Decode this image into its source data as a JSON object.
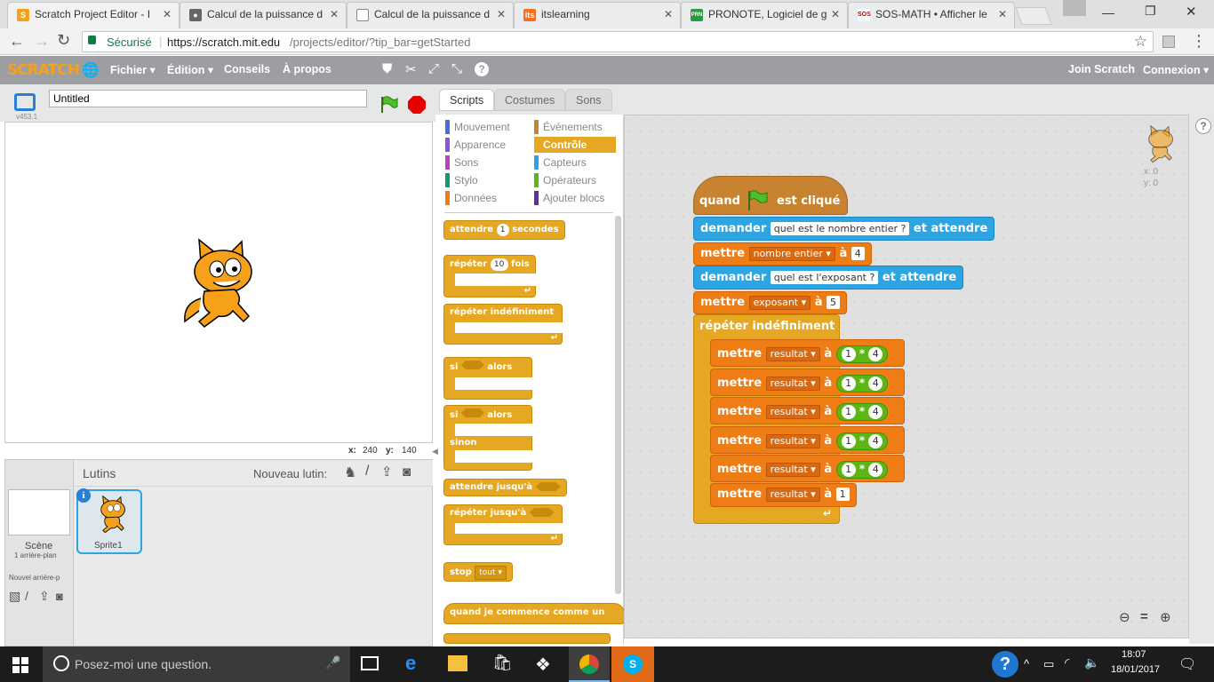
{
  "browser": {
    "tabs": [
      {
        "title": "Scratch Project Editor - I",
        "favicon": "scratch-icon",
        "active": true
      },
      {
        "title": "Calcul de la puissance d",
        "favicon": "app-icon"
      },
      {
        "title": "Calcul de la puissance d",
        "favicon": "page-icon"
      },
      {
        "title": "itslearning",
        "favicon": "its-icon",
        "fav_text": "its"
      },
      {
        "title": "PRONOTE, Logiciel de g",
        "favicon": "pronote-icon",
        "fav_text": "PRN"
      },
      {
        "title": "SOS-MATH • Afficher le",
        "favicon": "sos-icon",
        "fav_text": "SOS"
      }
    ],
    "secure_label": "Sécurisé",
    "url_host": "https://scratch.mit.edu",
    "url_path": "/projects/editor/?tip_bar=getStarted"
  },
  "menu": {
    "logo": "SCRATCH",
    "items": [
      "Fichier ▾",
      "Édition ▾",
      "Conseils",
      "À propos"
    ],
    "join": "Join Scratch",
    "login": "Connexion ▾"
  },
  "stage": {
    "title_value": "Untitled",
    "version": "v453.1",
    "x_label": "x:",
    "x_value": "240",
    "y_label": "y:",
    "y_value": "140"
  },
  "sprites": {
    "title": "Lutins",
    "new_sprite": "Nouveau lutin:",
    "scene_label": "Scène",
    "scene_sub": "1 arrière-plan",
    "new_backdrop": "Nouvel arrière-p",
    "sprite1": "Sprite1"
  },
  "editor_tabs": [
    "Scripts",
    "Costumes",
    "Sons"
  ],
  "categories": {
    "left": [
      {
        "label": "Mouvement",
        "color": "#4a6cd4"
      },
      {
        "label": "Apparence",
        "color": "#8a55d7"
      },
      {
        "label": "Sons",
        "color": "#bb42c3"
      },
      {
        "label": "Stylo",
        "color": "#0e9a6c"
      },
      {
        "label": "Données",
        "color": "#ee7d16"
      }
    ],
    "right": [
      {
        "label": "Événements",
        "color": "#c88330"
      },
      {
        "label": "Contrôle",
        "color": "#e6a822",
        "selected": true
      },
      {
        "label": "Capteurs",
        "color": "#2ca5e2"
      },
      {
        "label": "Opérateurs",
        "color": "#5cb712"
      },
      {
        "label": "Ajouter blocs",
        "color": "#632d99"
      }
    ]
  },
  "palette": {
    "wait": "attendre",
    "wait_val": "1",
    "wait_unit": "secondes",
    "repeat": "répéter",
    "repeat_val": "10",
    "repeat_unit": "fois",
    "forever": "répéter indéfiniment",
    "if": "si",
    "then": "alors",
    "if2": "si",
    "then2": "alors",
    "else": "sinon",
    "wait_until": "attendre jusqu'à",
    "repeat_until": "répéter jusqu'à",
    "stop": "stop",
    "stop_opt": "tout",
    "clone_start": "quand je commence comme un"
  },
  "script": {
    "hat_when": "quand",
    "hat_clicked": "est cliqué",
    "ask": "demander",
    "ask1": "quel est le nombre entier ?",
    "and_wait": "et attendre",
    "set": "mettre",
    "var1": "nombre entier",
    "to": "à",
    "val1": "4",
    "ask2": "quel est l'exposant ?",
    "var2": "exposant",
    "val2": "5",
    "forever": "répéter   indéfiniment",
    "var3": "resultat",
    "mul_a": "1",
    "mul_op": "*",
    "mul_b": "4",
    "final_val": "1"
  },
  "sprite_info": {
    "x": "x: 0",
    "y": "y: 0"
  },
  "taskbar": {
    "search_placeholder": "Posez-moi une question.",
    "time": "18:07",
    "date": "18/01/2017"
  }
}
